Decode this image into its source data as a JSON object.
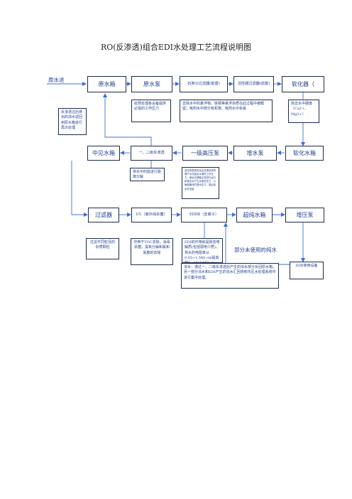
{
  "title": "RO(反渗透)组合EDI水处理工艺流程说明图",
  "labels": {
    "raw_in": "原水进",
    "unused_pure": "部分未使用的纯水"
  },
  "boxes": {
    "raw_tank": "原水箱",
    "raw_pump": "原水泵",
    "quartz_filter": "石英沙过滤器(前置)",
    "carbon_filter": "活性碳过滤器(前置)",
    "softener": "软化器（",
    "mid_tank": "中见水箱",
    "ro_stage": "一、二级反渗透",
    "hp_pump": "一级高压泵",
    "boost_pump1": "增水泵",
    "soft_tank": "软化水箱",
    "filter": "过滤器",
    "uv": "UV（紫外线杀菌）",
    "edi": "EDI块（去离子）",
    "ultra_tank": "超纯水箱",
    "boost_pump2": "增压泵"
  },
  "notes": {
    "recycle": "反渗透过后排出的浓水返回到原水箱进行再次处理",
    "pump_desc": "给预处理各设备提供必需的工作压力",
    "quartz_desc": "去除水中的悬浮物、铁锈等悬浮杂质在此过程中被截留；吸附水中部分有机物、吸附水中余氯",
    "softener_desc": "除去水中硬度（Ca2+、Mg2+）",
    "ro_desc": "将水中的盐进行脱离分解",
    "hp_desc": "高压泵是提供给反渗透系统所需产水流量及水源的工作压力，使反渗透膜正常进行运行和透出水产生足够的压力，以确保膜体的透水压力，保证纯水的流量",
    "filter_desc": "过滤不同粒径的杂质颗粒",
    "uv_desc": "作用于TOC去除，消毒杀菌，臭氧分解和氯和氯胺的去除",
    "edi_desc": "EDI的作用就是除去电解质(包括弱电介质)，将水的电阻率从0.05~1.MΩ·cm提高到5~18.2 MΩ·cm",
    "concentrate_desc": "浓水：通过一、二级反渗透后产生的浓水部分反回原水箱。另一部分浓水和EDI产生的浓水汇回排到市区水处理系统中进行集中处理。",
    "usage": "DI水使用设备"
  }
}
